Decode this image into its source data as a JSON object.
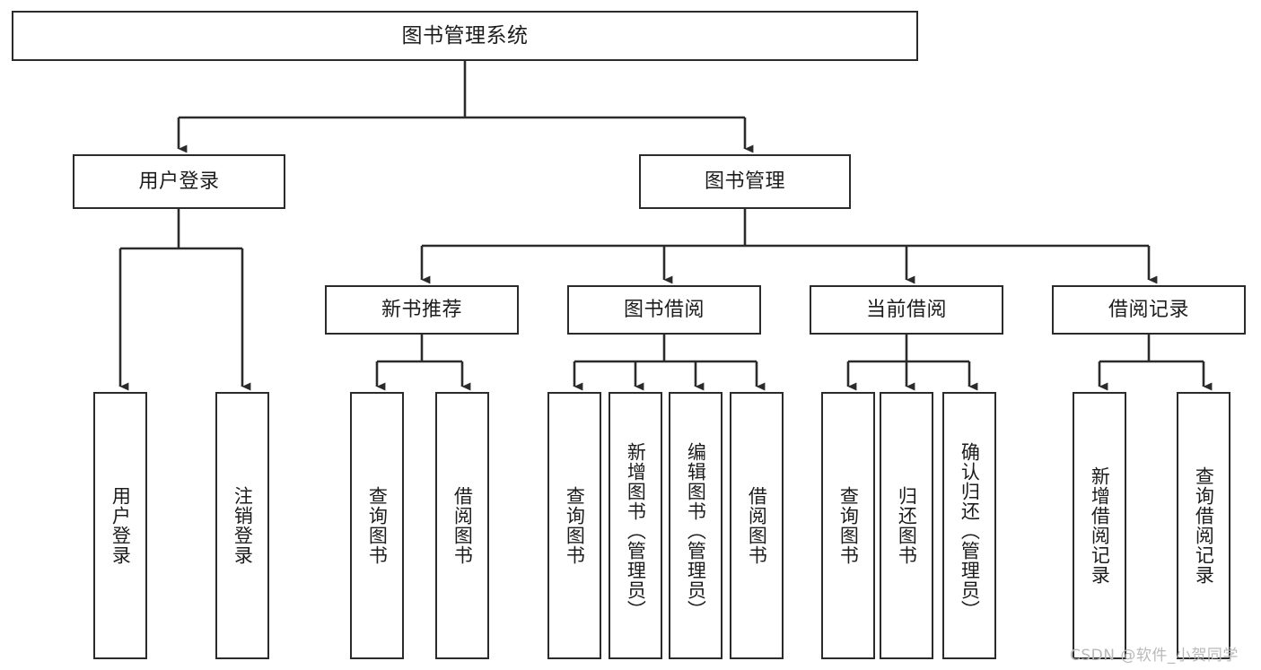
{
  "diagram": {
    "title": "图书管理系统",
    "type": "功能结构图",
    "colors": {
      "stroke": "#2b2b2b",
      "fill": "#ffffff",
      "text": "#1c1c1c",
      "watermark": "#b9b9b9"
    }
  },
  "root": {
    "label": "图书管理系统"
  },
  "level2": [
    {
      "label": "用户登录"
    },
    {
      "label": "图书管理"
    }
  ],
  "level3": [
    {
      "label": "新书推荐"
    },
    {
      "label": "图书借阅"
    },
    {
      "label": "当前借阅"
    },
    {
      "label": "借阅记录"
    }
  ],
  "leaves": {
    "user_login": [
      {
        "label": "用户登录"
      },
      {
        "label": "注销登录"
      }
    ],
    "new_book": [
      {
        "label": "查询图书"
      },
      {
        "label": "借阅图书"
      }
    ],
    "book_borrow": [
      {
        "label": "查询图书"
      },
      {
        "label": "新增图书（管理员）"
      },
      {
        "label": "编辑图书（管理员）"
      },
      {
        "label": "借阅图书"
      }
    ],
    "current_borrow": [
      {
        "label": "查询图书"
      },
      {
        "label": "归还图书"
      },
      {
        "label": "确认归还（管理员）"
      }
    ],
    "borrow_record": [
      {
        "label": "新增借阅记录"
      },
      {
        "label": "查询借阅记录"
      }
    ]
  },
  "watermark": {
    "text": "CSDN @软件_小贺同学"
  }
}
